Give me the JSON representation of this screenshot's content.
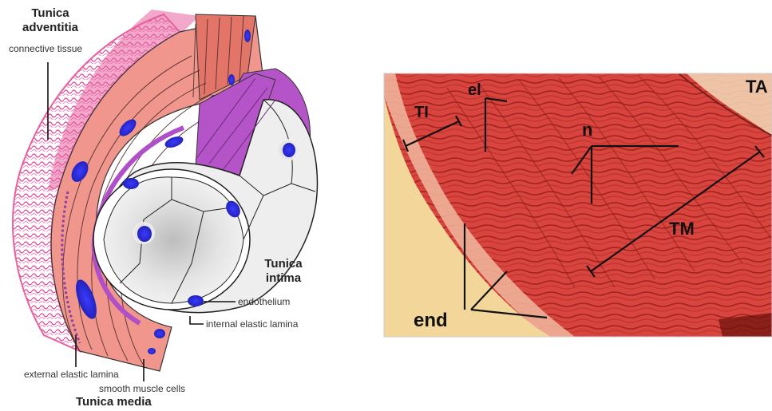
{
  "diagram": {
    "tunica_adventitia": {
      "line1": "Tunica",
      "line2": "adventitia",
      "sub": "connective tissue"
    },
    "tunica_intima": {
      "line1": "Tunica",
      "line2": "intima"
    },
    "tunica_media": "Tunica media",
    "endothelium": "endothelium",
    "internal_elastic_lamina": "internal elastic lamina",
    "external_elastic_lamina": "external elastic lamina",
    "smooth_muscle_cells": "smooth muscle cells"
  },
  "micrograph": {
    "labels": {
      "ti": "TI",
      "el": "el",
      "n": "n",
      "ta": "TA",
      "tm": "TM",
      "end": "end"
    }
  },
  "colors": {
    "adventitia": "#e8609e",
    "media": "#f0968c",
    "media_dark": "#e27568",
    "lamina": "#b04fc8",
    "intima_cells": "#e6e6e6",
    "nuclei": "#2a2ae6",
    "stain_red": "#d9453e",
    "background_yellow": "#f3d79a"
  }
}
